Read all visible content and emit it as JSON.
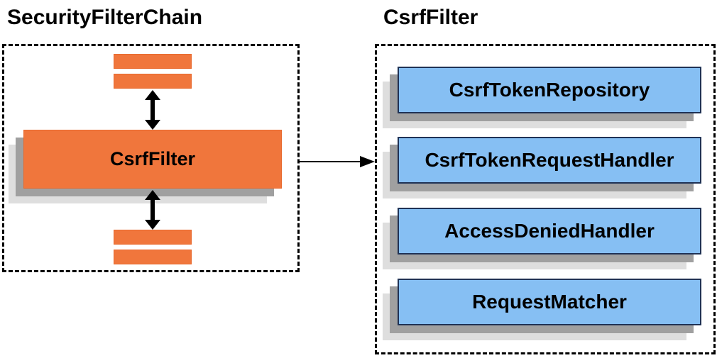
{
  "titles": {
    "left": "SecurityFilterChain",
    "right": "CsrfFilter"
  },
  "left_panel": {
    "filter_label": "CsrfFilter",
    "bars": [
      "filter-placeholder-bar",
      "filter-placeholder-bar",
      "filter-placeholder-bar",
      "filter-placeholder-bar"
    ]
  },
  "right_panel": {
    "components": [
      "CsrfTokenRepository",
      "CsrfTokenRequestHandler",
      "AccessDeniedHandler",
      "RequestMatcher"
    ]
  },
  "icons": {
    "vertical_flow": "double-headed-arrow-icon",
    "link": "right-arrow-icon"
  },
  "colors": {
    "orange": "#F0763C",
    "orange_border": "#E8692D",
    "blue_fill": "#86BFF3",
    "blue_border": "#1F3255",
    "shadow_dark": "#A0A0A0",
    "shadow_light": "#DEDEDE",
    "arrow": "#000000"
  }
}
